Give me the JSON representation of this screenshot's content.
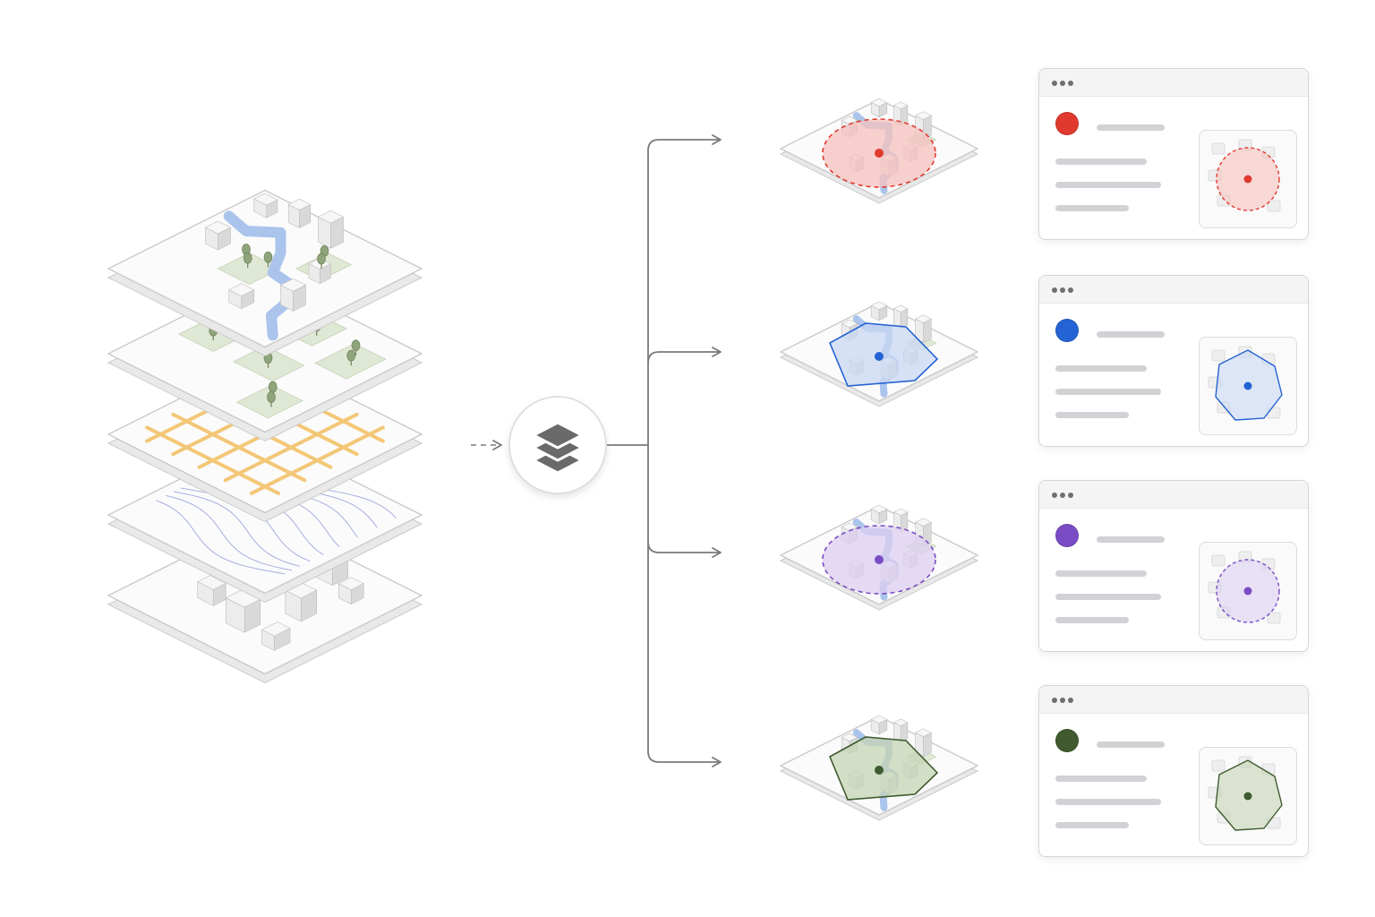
{
  "diagram": {
    "source_icon": "layers-stack-icon",
    "source_layers": [
      {
        "name": "buildings-layer",
        "icon": "buildings-icon"
      },
      {
        "name": "elevation-contours-layer",
        "icon": "contour-lines-icon"
      },
      {
        "name": "road-network-layer",
        "icon": "road-grid-icon"
      },
      {
        "name": "vegetation-parks-layer",
        "icon": "trees-icon"
      },
      {
        "name": "composite-city-map-layer",
        "icon": "city-map-icon"
      }
    ],
    "outputs": [
      {
        "shape": "circle",
        "dashed": true,
        "color": "#e03a2f",
        "fill": "#f6c2bd"
      },
      {
        "shape": "polygon",
        "dashed": false,
        "color": "#2463d3",
        "fill": "#c9d8f4"
      },
      {
        "shape": "circle",
        "dashed": true,
        "color": "#7a4cc4",
        "fill": "#dccff0"
      },
      {
        "shape": "polygon",
        "dashed": false,
        "color": "#3f5b2f",
        "fill": "#c6d4b4"
      }
    ],
    "colors": {
      "connector": "#7a7a7a",
      "river": "#aac4ec",
      "park": "#dfe8d4",
      "tree": "#8ea47a",
      "roads": "#f3c777",
      "contours": "#8a96d6",
      "building": "#e6e6e6",
      "tile": "#fbfbfb",
      "tile_border": "#c9c9c9"
    }
  }
}
